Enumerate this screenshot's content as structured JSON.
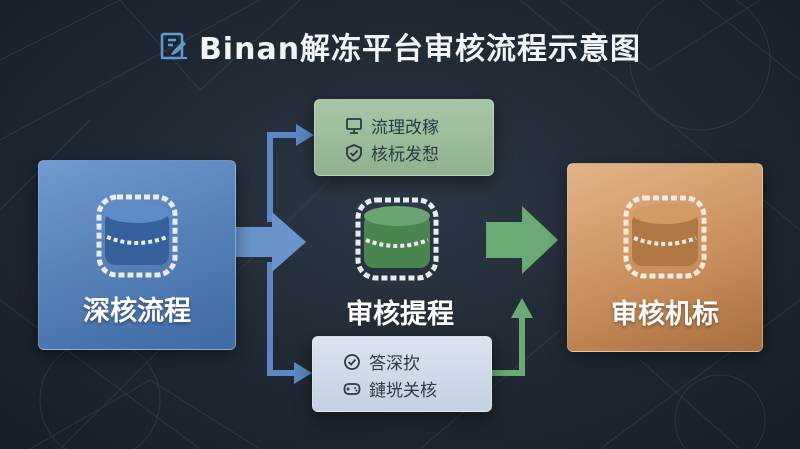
{
  "title": "Binan解冻平台审核流程示意图",
  "title_icon": "document-edit-icon",
  "colors": {
    "background": "#1f2832",
    "left_box": "#5580b8",
    "right_box": "#c98f5c",
    "top_box": "#9bbb99",
    "bottom_box": "#cfd9e6",
    "db_blue": "#4a73ab",
    "db_green": "#5e9a63",
    "db_orange": "#c58a55"
  },
  "nodes": {
    "left": {
      "label": "深核流程",
      "icon": "database-icon"
    },
    "center": {
      "label": "审核提程",
      "icon": "database-icon"
    },
    "right": {
      "label": "审核机标",
      "icon": "database-icon"
    },
    "top": {
      "items": [
        {
          "text": "流理改稼",
          "icon": "terminal-icon"
        },
        {
          "text": "核杬发惒",
          "icon": "shield-check-icon"
        }
      ]
    },
    "bottom": {
      "items": [
        {
          "text": "答深扻",
          "icon": "check-circle-icon"
        },
        {
          "text": "鏈垙关核",
          "icon": "gamepad-icon"
        }
      ]
    }
  }
}
